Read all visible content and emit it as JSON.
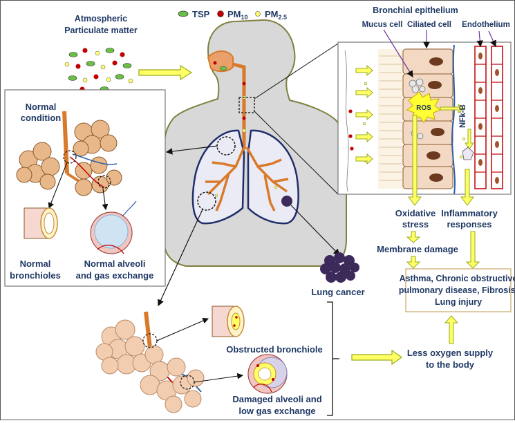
{
  "legend": {
    "tsp": "TSP",
    "pm10_main": "PM",
    "pm10_sub": "10",
    "pm25_main": "PM",
    "pm25_sub": "2.5"
  },
  "source": {
    "line1": "Atmospheric",
    "line2": "Particulate matter"
  },
  "cell_panel": {
    "bronchial_epithelium": "Bronchial epithelium",
    "mucus_cell": "Mucus cell",
    "ciliated_cell": "Ciliated cell",
    "endothelium": "Endothelium",
    "ros": "ROS",
    "nfkb": "NFk-B"
  },
  "normal_panel": {
    "title_line1": "Normal",
    "title_line2": "condition",
    "bronchioles_line1": "Normal",
    "bronchioles_line2": "bronchioles",
    "alveoli_line1": "Normal alveoli",
    "alveoli_line2": "and gas exchange"
  },
  "pathway": {
    "oxidative_line1": "Oxidative",
    "oxidative_line2": "stress",
    "inflammatory_line1": "Inflammatory",
    "inflammatory_line2": "responses",
    "membrane_damage": "Membrane damage",
    "disease_line1": "Asthma, Chronic obstructive",
    "disease_line2": "pulmonary disease, Fibrosis,",
    "disease_line3": "Lung injury",
    "oxygen_line1": "Less oxygen supply",
    "oxygen_line2": "to the body"
  },
  "damage": {
    "lung_cancer": "Lung cancer",
    "obstructed": "Obstructed bronchiole",
    "damaged_line1": "Damaged  alveoli and",
    "damaged_line2": "low gas exchange"
  },
  "colors": {
    "title_text": "#1f3864",
    "arrow_fill": "#ffff66",
    "arrow_stroke": "#9aab1a",
    "airway": "#d97a2b",
    "alveoli": "#e8b88a",
    "body": "#d8d8d8",
    "tsp": "#6abf45",
    "pm10": "#c00000",
    "pm25": "#ffff66",
    "cancer": "#3b2a5a"
  }
}
